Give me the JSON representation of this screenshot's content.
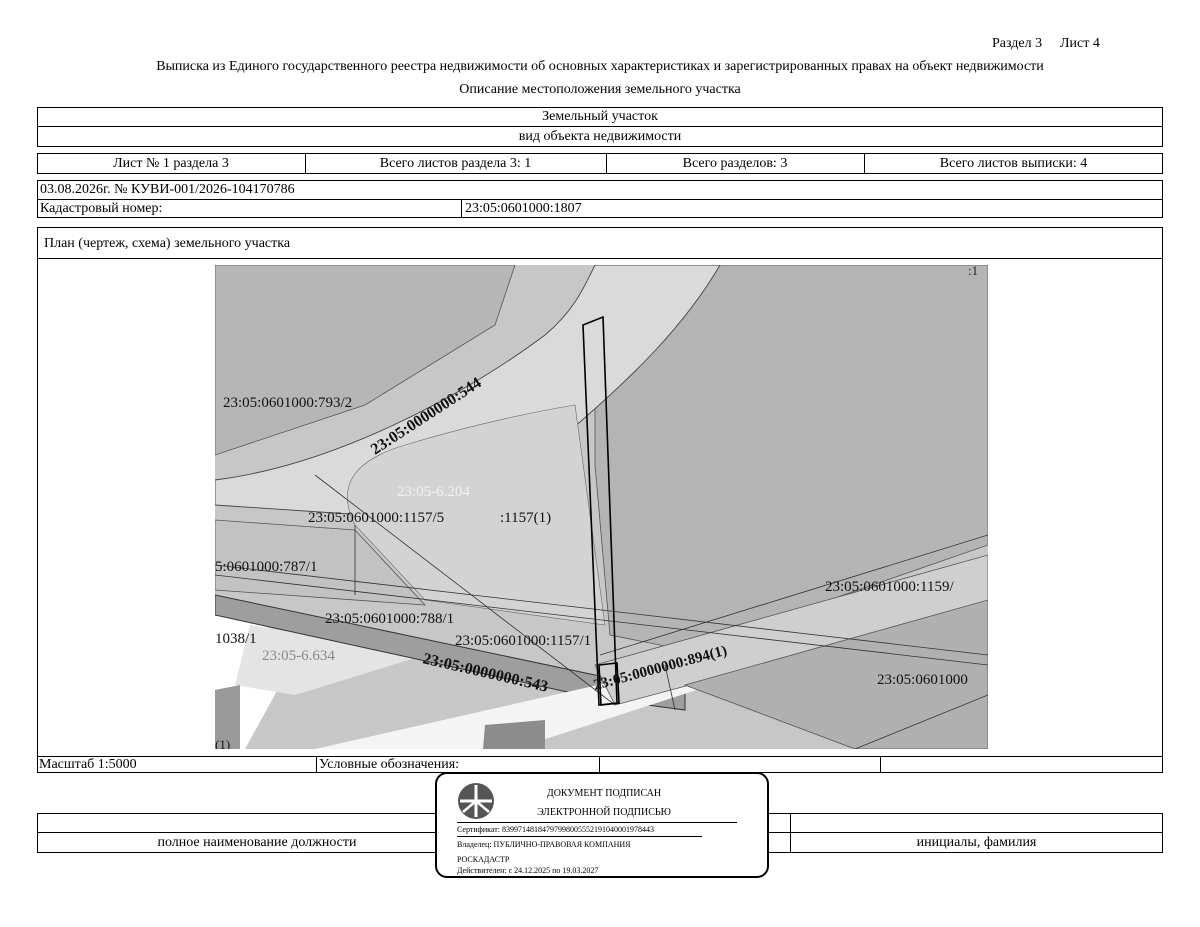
{
  "header": {
    "section_label": "Раздел 3",
    "sheet_label": "Лист 4",
    "title": "Выписка из Единого государственного реестра недвижимости об основных характеристиках и зарегистрированных правах на объект недвижимости",
    "subtitle": "Описание местоположения земельного участка"
  },
  "object": {
    "name": "Земельный участок",
    "kind_caption": "вид объекта недвижимости"
  },
  "sheets_row": {
    "sheet_of_section": "Лист № 1 раздела 3",
    "total_section_sheets": "Всего листов раздела 3: 1",
    "total_sections": "Всего разделов: 3",
    "total_extract_sheets": "Всего листов выписки: 4"
  },
  "record": {
    "date_number": "03.08.2026г. № КУВИ-001/2026-104170786",
    "cadastral_label": "Кадастровый номер:",
    "cadastral_value": "23:05:0601000:1807"
  },
  "plan": {
    "title": "План (чертеж, схема) земельного участка",
    "labels": {
      "corner": ":1",
      "l793": "23:05:0601000:793/2",
      "l544": "23:05:0000000:544",
      "l6204": "23:05-6.204",
      "l1157_5": "23:05:0601000:1157/5",
      "l1157_1p": ":1157(1)",
      "l787": "5:0601000:787/1",
      "l1159": "23:05:0601000:1159/",
      "l788": "23:05:0601000:788/1",
      "l1038": "1038/1",
      "l1157_1": "23:05:0601000:1157/1",
      "l6634": "23:05-6.634",
      "l894": "23:05:0000000:894(1)",
      "l543": "23:05:0000000:543",
      "l0601": "23:05:0601000",
      "bottom": "(1)"
    }
  },
  "footer": {
    "scale": "Масштаб 1:5000",
    "legend": "Условные обозначения:",
    "position_caption": "полное наименование должности",
    "initials_caption": "инициалы, фамилия"
  },
  "stamp": {
    "line1": "ДОКУМЕНТ ПОДПИСАН",
    "line2": "ЭЛЕКТРОННОЙ ПОДПИСЬЮ",
    "certificate": "Сертификат: 83997148184797998005552191040001978443",
    "owner": "Владелец: ПУБЛИЧНО-ПРАВОВАЯ КОМПАНИЯ",
    "owner2": "РОСКАДАСТР",
    "valid": "Действителен: с 24.12.2025 по 19.03.2027"
  }
}
